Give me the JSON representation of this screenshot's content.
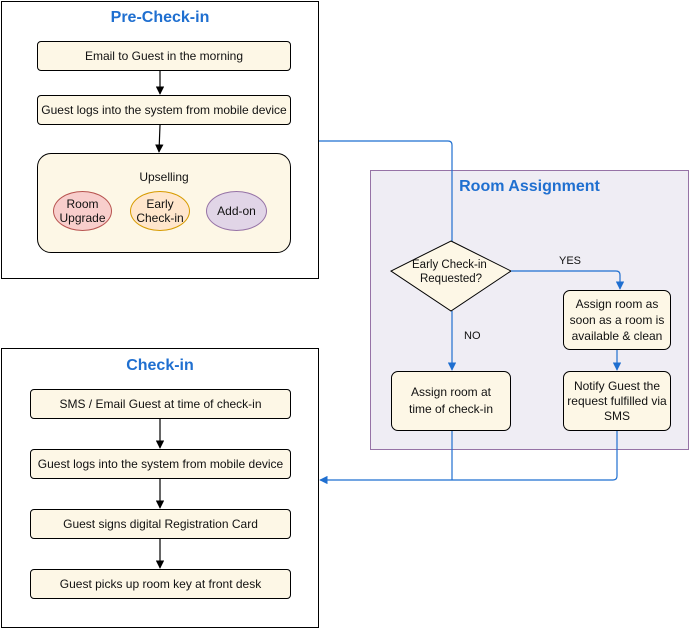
{
  "pre_checkin": {
    "title": "Pre-Check-in",
    "step1": "Email to Guest in the morning",
    "step2": "Guest logs into the system from mobile device",
    "upselling": {
      "title": "Upselling",
      "options": [
        "Room\nUpgrade",
        "Early\nCheck-in",
        "Add-on"
      ],
      "colors": [
        "#f8cecc",
        "#ffe6cc",
        "#e1d5e7"
      ]
    }
  },
  "room_assignment": {
    "title": "Room Assignment",
    "decision": "Early Check-in\nRequested?",
    "yes_label": "YES",
    "no_label": "NO",
    "no_box": "Assign room at\ntime of check-in",
    "yes_box1": "Assign room as\nsoon as a room is\navailable & clean",
    "yes_box2": "Notify Guest the\nrequest fulfilled via\nSMS"
  },
  "checkin": {
    "title": "Check-in",
    "steps": [
      "SMS / Email Guest at time of check-in",
      "Guest logs into the system from mobile device",
      "Guest signs digital Registration Card",
      "Guest picks up room key at front desk"
    ]
  },
  "colors": {
    "title_blue": "#1f6fd0",
    "step_fill": "#fdf7e6",
    "room_panel_fill": "#efedf4",
    "room_panel_border": "#9673a6",
    "connector_blue": "#1f6fd0"
  }
}
